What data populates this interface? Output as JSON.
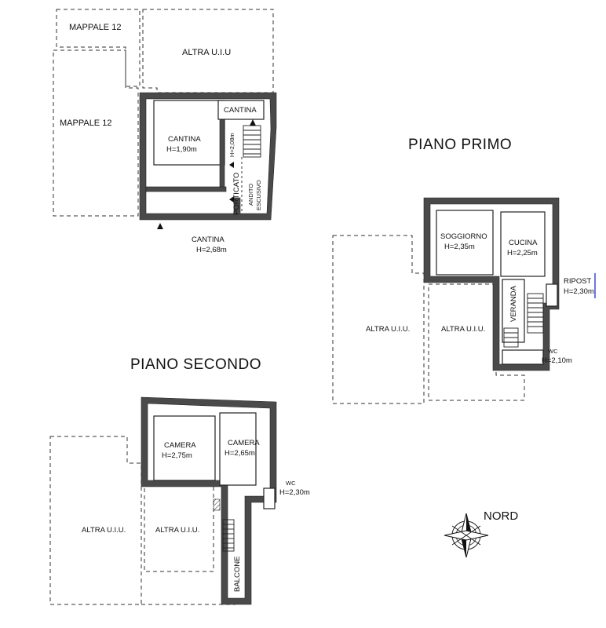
{
  "piano_terra": {
    "mappale_top": "MAPPALE 12",
    "mappale_left": "MAPPALE 12",
    "altra_uiu": "ALTRA U.I.U",
    "cantina_small": "CANTINA",
    "cantina_main": "CANTINA",
    "cantina_main_h": "H=1,90m",
    "cantina_h2": "H=2,08m",
    "porticato": "PORTICATO",
    "andito_1": "ANDITO",
    "andito_2": "ESCUSIVO",
    "cantina_bottom": "CANTINA",
    "cantina_bottom_h": "H=2,68m"
  },
  "piano_primo": {
    "title": "PIANO PRIMO",
    "soggiorno": "SOGGIORNO",
    "soggiorno_h": "H=2,35m",
    "cucina": "CUCINA",
    "cucina_h": "H=2,25m",
    "ripost": "RIPOST",
    "ripost_h": "H=2,30m",
    "veranda": "VERANDA",
    "altra_uiu_1": "ALTRA U.I.U.",
    "altra_uiu_2": "ALTRA U.I.U.",
    "wc": "WC",
    "wc_h": "H=2,10m"
  },
  "piano_secondo": {
    "title": "PIANO SECONDO",
    "camera_1": "CAMERA",
    "camera_1_h": "H=2,75m",
    "camera_2": "CAMERA",
    "camera_2_h": "H=2,65m",
    "wc": "WC",
    "wc_h": "H=2,30m",
    "altra_uiu_1": "ALTRA U.I.U.",
    "altra_uiu_2": "ALTRA U.I.U.",
    "balcone": "BALCONE"
  },
  "compass": {
    "label": "NORD",
    "icon": "compass-north-arrow"
  }
}
